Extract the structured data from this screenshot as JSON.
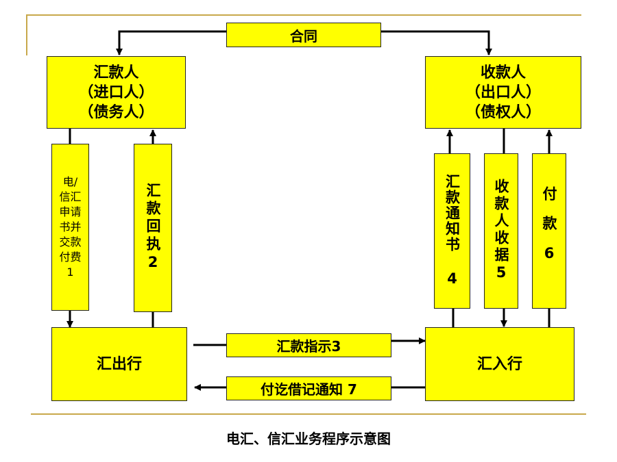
{
  "contract": "合同",
  "remitter": {
    "line1": "汇款人",
    "line2": "（进口人）",
    "line3": "（债务人）"
  },
  "payee": {
    "line1": "收款人",
    "line2": "（出口人）",
    "line3": "（债权人）"
  },
  "remitting_bank": "汇出行",
  "paying_bank": "汇入行",
  "steps": {
    "step1": "电/信汇申请书并交款付费1",
    "step2": "汇款回执2",
    "step3": "汇款指示3",
    "step4": "汇款通知书 4",
    "step5": "收款人收据5",
    "step6": "付款6",
    "step7": "付讫借记通知 7"
  },
  "caption": "电汇、信汇业务程序示意图",
  "colors": {
    "box_fill": "#ffff00",
    "rule_line": "#c8a84a",
    "arrow": "#000000"
  }
}
